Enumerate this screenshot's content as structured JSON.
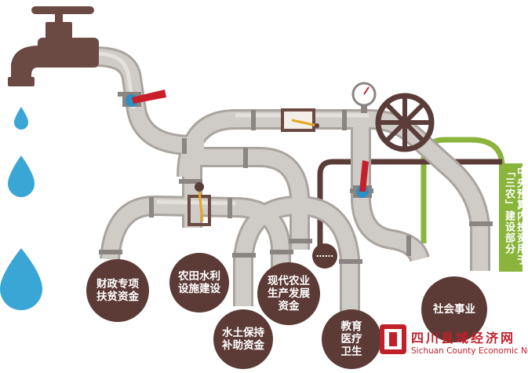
{
  "nodes": {
    "czzx": [
      "财政专项",
      "扶贫资金"
    ],
    "ntsl": [
      "农田水利",
      "设施建设"
    ],
    "stbc": [
      "水土保持",
      "补助资金"
    ],
    "xdny": [
      "现代农业",
      "生产发展",
      "资金"
    ],
    "jyyl": [
      "教育",
      "医疗",
      "卫生"
    ],
    "shsy": [
      "社会事业"
    ],
    "ellipsis": "……"
  },
  "source_label": "中央预算内投资用于「三农」建设部分",
  "watermark": {
    "cn": "四川县域经济网",
    "en": "Sichuan County Economic Net"
  },
  "colors": {
    "pipe": "#c9c5c0",
    "pipe_shadow": "#aaa49e",
    "joint": "#8a8582",
    "faucet": "#6b4a43",
    "circle": "#5c3b36",
    "water": "#3aa6d6",
    "green": "#8ab43c",
    "handle_red": "#c8202a",
    "knob": "#2e8fc4",
    "accent": "#e8a61e",
    "watermark": "#c0202a"
  }
}
